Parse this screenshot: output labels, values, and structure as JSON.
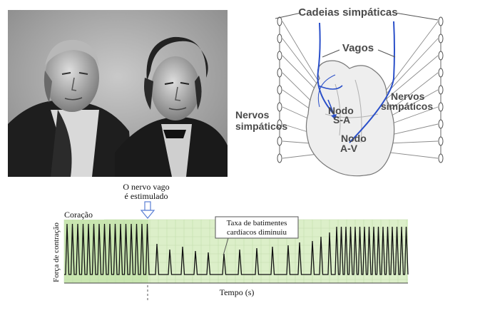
{
  "portrait": {
    "subject": "two-scientists-engraving"
  },
  "diagram": {
    "sympathetic_chains": "Cadeias simpáticas",
    "vagi": "Vagos",
    "sympathetic_nerves_left": [
      "Nervos",
      "simpáticos"
    ],
    "sympathetic_nerves_right": [
      "Nervos",
      "simpáticos"
    ],
    "sa_node": [
      "Nodo",
      "S-A"
    ],
    "av_node": [
      "Nodo",
      "A-V"
    ],
    "colors": {
      "vagus": "#2a4fc9",
      "label": "#4a4a4a",
      "nerve": "#8a8a8a"
    }
  },
  "trace": {
    "stimulus_annotation": [
      "O nervo vago",
      "é estimulado"
    ],
    "heart_label": "Coração",
    "rate_annotation": [
      "Taxa de batimentes",
      "cardíacos diminuiu"
    ],
    "y_axis_label": "Força de contração",
    "x_axis_label": "Tempo (s)",
    "colors": {
      "background": "#dcefc9",
      "trace": "#111111",
      "arrow": "#5a7fd4"
    }
  }
}
